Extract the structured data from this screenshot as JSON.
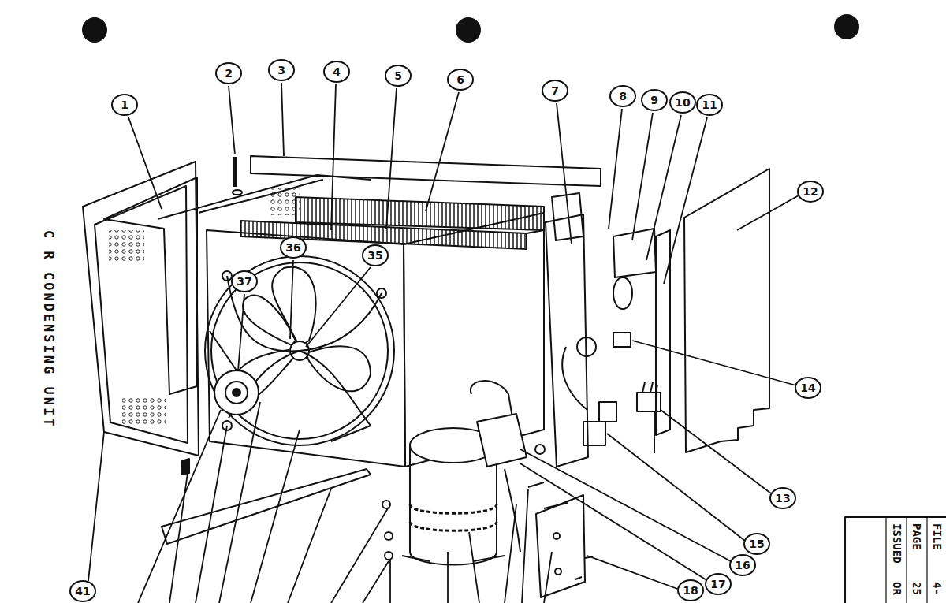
{
  "diagram": {
    "title": "C R CONDENSING UNIT",
    "labels": [
      "1",
      "2",
      "3",
      "4",
      "5",
      "6",
      "7",
      "8",
      "9",
      "10",
      "11",
      "12",
      "13",
      "14",
      "15",
      "16",
      "17",
      "18",
      "35",
      "36",
      "37",
      "41",
      "FILE",
      "4-",
      "PAGE",
      "25",
      "ISSUED",
      "OR"
    ]
  }
}
